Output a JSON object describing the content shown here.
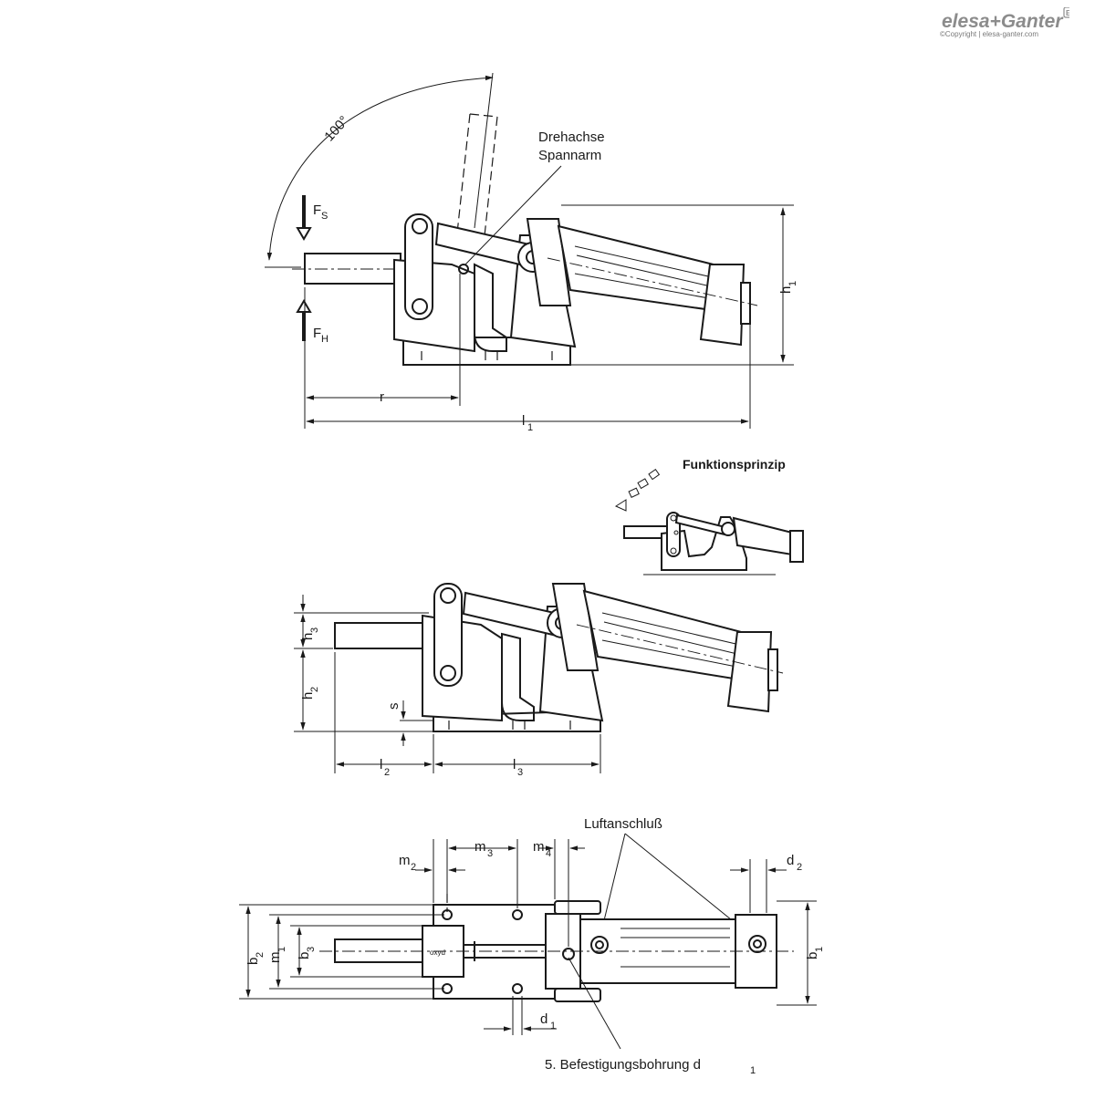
{
  "brand": {
    "logo_text": "elesa+Ganter",
    "badge_text": "EG",
    "copyright": "©Copyright | elesa-ganter.com"
  },
  "side_view": {
    "angle_label": "100°",
    "pivot_label_line1": "Drehachse",
    "pivot_label_line2": "Spannarm",
    "force_clamp": "F",
    "force_clamp_sub": "S",
    "force_hold": "F",
    "force_hold_sub": "H",
    "dim_r": "r",
    "dim_l1": "l",
    "dim_l1_sub": "1",
    "dim_h1": "h",
    "dim_h1_sub": "1"
  },
  "principle": {
    "title": "Funktionsprinzip"
  },
  "closed_view": {
    "dim_h3": "h",
    "dim_h3_sub": "3",
    "dim_h2": "h",
    "dim_h2_sub": "2",
    "dim_s": "s",
    "dim_l2": "l",
    "dim_l2_sub": "2",
    "dim_l3": "l",
    "dim_l3_sub": "3"
  },
  "top_view": {
    "air_label": "Luftanschluß",
    "mount_label": "5. Befestigungsbohrung d",
    "mount_label_sub": "1",
    "dim_m2": "m",
    "dim_m2_sub": "2",
    "dim_m3": "m",
    "dim_m3_sub": "3",
    "dim_m4": "m",
    "dim_m4_sub": "4",
    "dim_d2": "d",
    "dim_d2_sub": "2",
    "dim_d1": "d",
    "dim_d1_sub": "1",
    "dim_b2": "b",
    "dim_b2_sub": "2",
    "dim_m1": "m",
    "dim_m1_sub": "1",
    "dim_b3": "b",
    "dim_b3_sub": "3",
    "dim_b1": "b",
    "dim_b1_sub": "1",
    "engraving": "oxyd"
  }
}
